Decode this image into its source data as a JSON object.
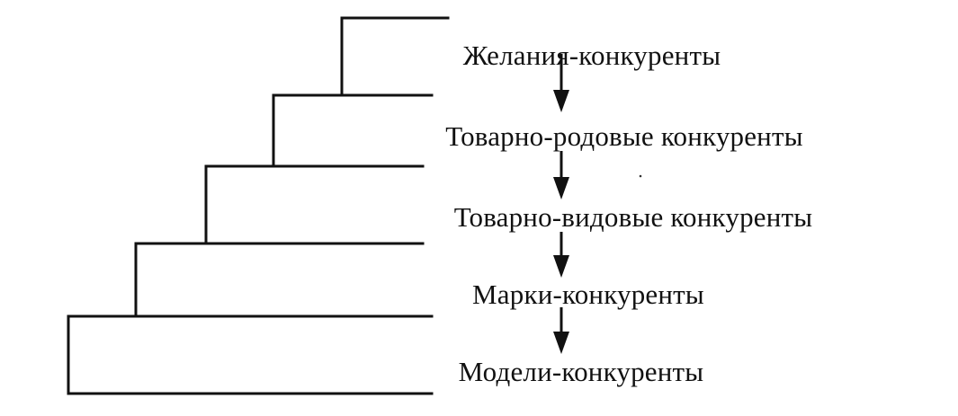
{
  "levels": [
    {
      "label": "Желания-конкуренты"
    },
    {
      "label": "Товарно-родовые конкуренты"
    },
    {
      "label": "Товарно-видовые конкуренты"
    },
    {
      "label": "Марки-конкуренты"
    },
    {
      "label": "Модели-конкуренты"
    }
  ]
}
